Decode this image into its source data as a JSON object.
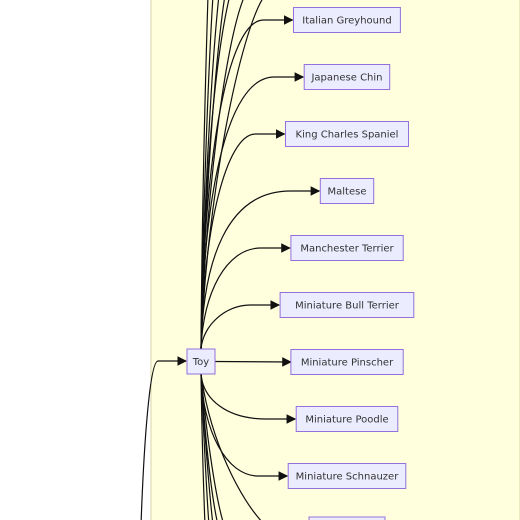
{
  "diagram": {
    "type": "flowchart",
    "colors": {
      "subgraph_fill": "#ffffde",
      "subgraph_stroke": "#d6d6a8",
      "node_fill": "#ececff",
      "node_stroke": "#9370db",
      "edge": "#111111",
      "text": "#333333"
    },
    "hub": {
      "id": "toy",
      "label": "Toy"
    },
    "children": [
      {
        "id": "italian-greyhound",
        "label": "Italian Greyhound"
      },
      {
        "id": "japanese-chin",
        "label": "Japanese Chin"
      },
      {
        "id": "king-charles-spaniel",
        "label": "King Charles Spaniel"
      },
      {
        "id": "maltese",
        "label": "Maltese"
      },
      {
        "id": "manchester-terrier",
        "label": "Manchester Terrier"
      },
      {
        "id": "miniature-bull-terrier",
        "label": "Miniature Bull Terrier"
      },
      {
        "id": "miniature-pinscher",
        "label": "Miniature Pinscher"
      },
      {
        "id": "miniature-poodle",
        "label": "Miniature Poodle"
      },
      {
        "id": "miniature-schnauzer",
        "label": "Miniature Schnauzer"
      }
    ],
    "edges": [
      {
        "from": "toy",
        "to": "italian-greyhound"
      },
      {
        "from": "toy",
        "to": "japanese-chin"
      },
      {
        "from": "toy",
        "to": "king-charles-spaniel"
      },
      {
        "from": "toy",
        "to": "maltese"
      },
      {
        "from": "toy",
        "to": "manchester-terrier"
      },
      {
        "from": "toy",
        "to": "miniature-bull-terrier"
      },
      {
        "from": "toy",
        "to": "miniature-pinscher"
      },
      {
        "from": "toy",
        "to": "miniature-poodle"
      },
      {
        "from": "toy",
        "to": "miniature-schnauzer"
      }
    ]
  }
}
